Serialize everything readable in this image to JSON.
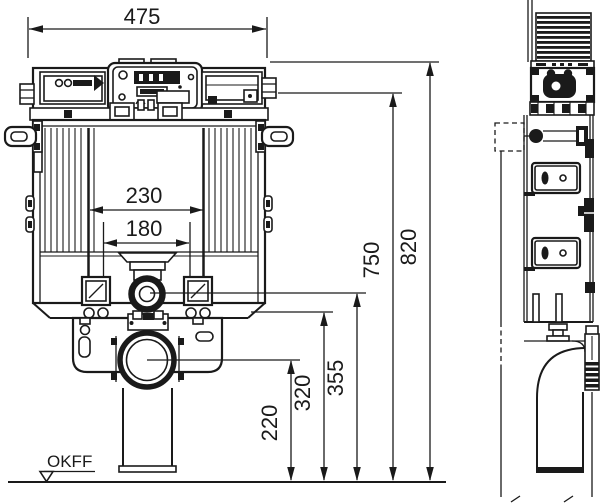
{
  "colors": {
    "line": "#1a1a1a",
    "background": "#ffffff"
  },
  "front_view": {
    "dim_width_total": "475",
    "dim_bracket_spacing_outer": "230",
    "dim_bracket_spacing_inner": "180"
  },
  "vertical_dims": {
    "total_height": "820",
    "frame_top": "750",
    "flush_pipe_center": "355",
    "tank_bottom": "320",
    "drain_center": "220"
  },
  "floor": {
    "label": "OKFF"
  }
}
